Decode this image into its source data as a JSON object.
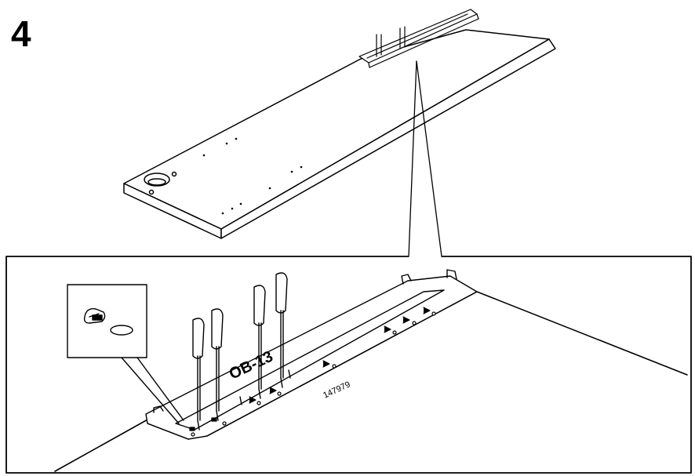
{
  "step": {
    "number": "4"
  },
  "detail": {
    "part_number": "147979",
    "marking": "OB-13"
  },
  "colors": {
    "ink": "#000000",
    "paper": "#ffffff",
    "shade": "#e6e6e6"
  },
  "icons": [
    "screwdriver-icon",
    "foot-insert-icon",
    "hole-icon",
    "arrow-marker-icon"
  ]
}
